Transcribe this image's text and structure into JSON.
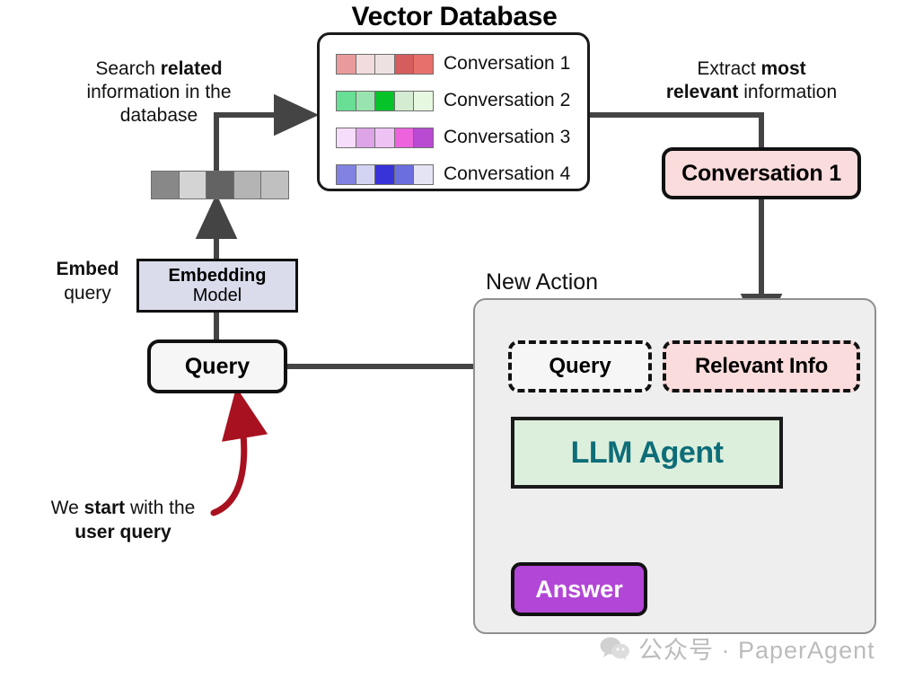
{
  "diagram": {
    "title": "Vector Database",
    "new_action_label": "New Action"
  },
  "notes": {
    "search": {
      "line1_plain": "Search ",
      "line1_bold": "related",
      "line2": "information in the",
      "line3": "database"
    },
    "extract": {
      "line1_plain": "Extract ",
      "line1_bold": "most",
      "line2_bold": "relevant",
      "line2_plain": " information"
    },
    "embed": {
      "line1_bold": "Embed",
      "line2": "query"
    },
    "start": {
      "line1_plain_a": "We ",
      "line1_bold": "start",
      "line1_plain_b": " with the",
      "line2_bold": "user query"
    }
  },
  "vector_database": {
    "rows": [
      {
        "label": "Conversation 1",
        "colors": [
          "#e99b9b",
          "#f2dcdc",
          "#eee2e0",
          "#d55d5d",
          "#e8706a"
        ]
      },
      {
        "label": "Conversation 2",
        "colors": [
          "#69de95",
          "#98e3ae",
          "#06c32a",
          "#d4ecd2",
          "#e7f8e0"
        ]
      },
      {
        "label": "Conversation 3",
        "colors": [
          "#f6ddfb",
          "#dea4e8",
          "#eec2f3",
          "#ec63dd",
          "#b94ad2"
        ]
      },
      {
        "label": "Conversation 4",
        "colors": [
          "#8182e2",
          "#d3d3f2",
          "#3832d9",
          "#6a6ede",
          "#e5e4f5"
        ]
      }
    ]
  },
  "query_vector": {
    "colors": [
      "#888888",
      "#d4d4d4",
      "#636363",
      "#b4b4b4",
      "#c0c0c0"
    ]
  },
  "embedding_model": {
    "line1": "Embedding",
    "line2": "Model",
    "fill": "#dadceb"
  },
  "query_pill": {
    "label": "Query",
    "fill": "#f6f6f6"
  },
  "conversation_result": {
    "label": "Conversation 1",
    "fill": "#fbdcdc"
  },
  "new_action": {
    "query_box": {
      "label": "Query",
      "fill": "#f6f6f6"
    },
    "relevant_box": {
      "label": "Relevant Info",
      "fill": "#fbdcdc"
    },
    "llm_box": {
      "label": "LLM Agent",
      "fill": "#dcefdc",
      "text_color": "#0d6d78"
    },
    "answer_box": {
      "label": "Answer",
      "fill": "#b246d6",
      "text_color": "#ffffff"
    }
  },
  "watermark": {
    "text": "公众号 · PaperAgent",
    "color": "#b9b9b9"
  },
  "palette": {
    "stroke": "#444444",
    "ink": "#111111",
    "accent_red": "#a8111f"
  }
}
